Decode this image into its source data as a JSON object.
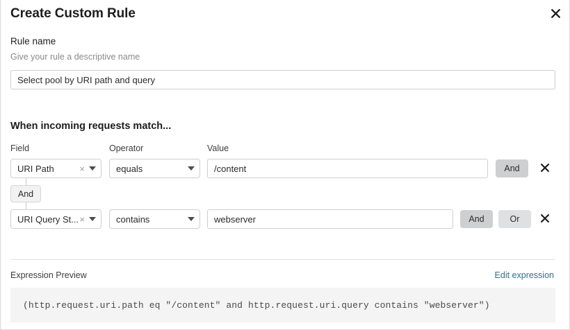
{
  "dialog": {
    "title": "Create Custom Rule",
    "close_icon": "close-icon"
  },
  "rule_name": {
    "label": "Rule name",
    "hint": "Give your rule a descriptive name",
    "value": "Select pool by URI path and query",
    "placeholder": ""
  },
  "match_section": {
    "heading": "When incoming requests match...",
    "columns": {
      "field": "Field",
      "operator": "Operator",
      "value": "Value"
    },
    "group_connector": {
      "label": "And",
      "active": true
    },
    "conditions": [
      {
        "field": "URI Path",
        "operator": "equals",
        "value": "/content",
        "clear_icon": "clear-icon",
        "caret_icon": "chevron-down-icon",
        "remove_icon": "close-icon",
        "logic_buttons": [
          {
            "label": "And",
            "selected": true
          }
        ]
      },
      {
        "field": "URI Query St...",
        "operator": "contains",
        "value": "webserver",
        "clear_icon": "clear-icon",
        "caret_icon": "chevron-down-icon",
        "remove_icon": "close-icon",
        "logic_buttons": [
          {
            "label": "And",
            "selected": true
          },
          {
            "label": "Or",
            "selected": false
          }
        ]
      }
    ]
  },
  "expression_preview": {
    "label": "Expression Preview",
    "edit_link": "Edit expression",
    "expression": "(http.request.uri.path eq \"/content\" and http.request.uri.query contains \"webserver\")"
  },
  "colors": {
    "link": "#31708e",
    "logic_selected": "#cdcfd1",
    "logic_unselected": "#dfe0e1",
    "code_background": "#f4f4f4",
    "border": "#cfcfcf"
  }
}
